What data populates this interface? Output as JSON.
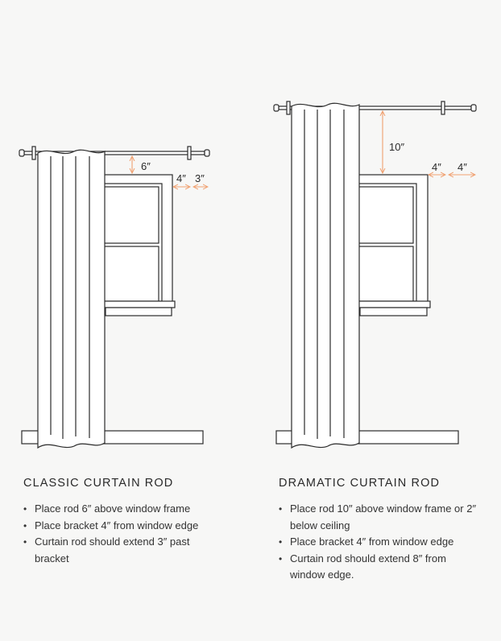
{
  "classic": {
    "title": "CLASSIC CURTAIN ROD",
    "bullets": [
      "Place rod 6″ above window frame",
      "Place bracket  4″ from window edge",
      "Curtain rod should extend 3″ past bracket"
    ],
    "dims": {
      "rod_above": "6″",
      "bracket": "4″",
      "extend": "3″"
    }
  },
  "dramatic": {
    "title": "DRAMATIC CURTAIN ROD",
    "bullets": [
      "Place rod 10″ above window frame or 2″ below ceiling",
      "Place bracket  4″ from window edge",
      "Curtain rod should extend 8″ from window edge."
    ],
    "dims": {
      "rod_above": "10″",
      "bracket": "4″",
      "extend": "4″"
    }
  },
  "colors": {
    "line": "#2b2b2b",
    "accent": "#f0a070",
    "fill": "#ffffff",
    "background": "#f7f7f6"
  }
}
